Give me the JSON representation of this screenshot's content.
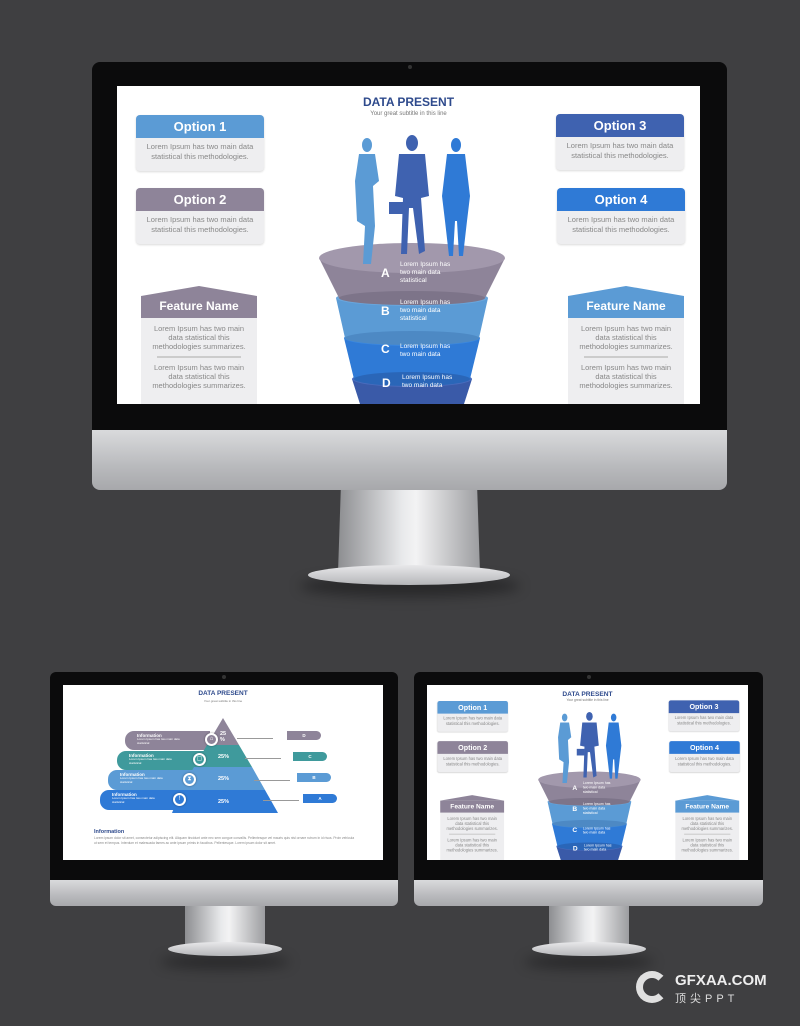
{
  "funnel_slide": {
    "title": "DATA PRESENT",
    "subtitle": "Your great subtitle in this line",
    "options": [
      {
        "title": "Option 1",
        "body": "Lorem Ipsum has two main data statistical this methodologies.",
        "color": "#5b9bd5"
      },
      {
        "title": "Option 2",
        "body": "Lorem Ipsum has two main data statistical this methodologies.",
        "color": "#8e8499"
      },
      {
        "title": "Option 3",
        "body": "Lorem Ipsum has two main data statistical this methodologies.",
        "color": "#3f62b0"
      },
      {
        "title": "Option 4",
        "body": "Lorem Ipsum has two main data statistical this methodologies.",
        "color": "#2f7ad6"
      }
    ],
    "features": [
      {
        "title": "Feature Name",
        "p1": "Lorem Ipsum has two main data statistical this methodologies summarizes.",
        "p2": "Lorem Ipsum has two main data statistical this methodologies summarizes.",
        "color": "#8e8499"
      },
      {
        "title": "Feature Name",
        "p1": "Lorem Ipsum has two main data statistical this methodologies summarizes.",
        "p2": "Lorem Ipsum has two main data statistical this methodologies summarizes.",
        "color": "#5b9bd5"
      }
    ],
    "funnel": [
      {
        "letter": "A",
        "text": "Lorem Ipsum has two main data statistical"
      },
      {
        "letter": "B",
        "text": "Lorem Ipsum has two main data statistical"
      },
      {
        "letter": "C",
        "text": "Lorem Ipsum has two main data"
      },
      {
        "letter": "D",
        "text": "Lorem Ipsum has two main data"
      }
    ]
  },
  "pyramid_slide": {
    "title": "DATA PRESENT",
    "subtitle": "Your great subtitle in this line",
    "tiers": [
      {
        "label": "Information",
        "text": "Lorem Ipsum has two main data statistical",
        "percent": "25 %",
        "tag": "D",
        "color": "#8e8499"
      },
      {
        "label": "Information",
        "text": "Lorem Ipsum has two main data statistical",
        "percent": "25%",
        "tag": "C",
        "color": "#3f9a9c"
      },
      {
        "label": "Information",
        "text": "Lorem Ipsum has two main data statistical",
        "percent": "25%",
        "tag": "B",
        "color": "#5b9bd5"
      },
      {
        "label": "Information",
        "text": "Lorem Ipsum has two main data statistical",
        "percent": "25%",
        "tag": "A",
        "color": "#2f7ad6"
      }
    ],
    "info": {
      "heading": "Information",
      "body": "Lorem ipsum dolor sit amet, consectetur adipiscing elit. Aliquam tincidunt ante nec sem congue convallis. Pellentesque vel mauris quis nisl ornare rutrum in id risus. Proin vehicula ut sem et tempus. Interdum et malesuada fames ac ante ipsum primis in faucibus. Pellentesque. Lorem ipsum dolor sit amet."
    }
  },
  "watermark": {
    "brand": "GFXAA.COM",
    "sub": "顶尖PPT"
  }
}
